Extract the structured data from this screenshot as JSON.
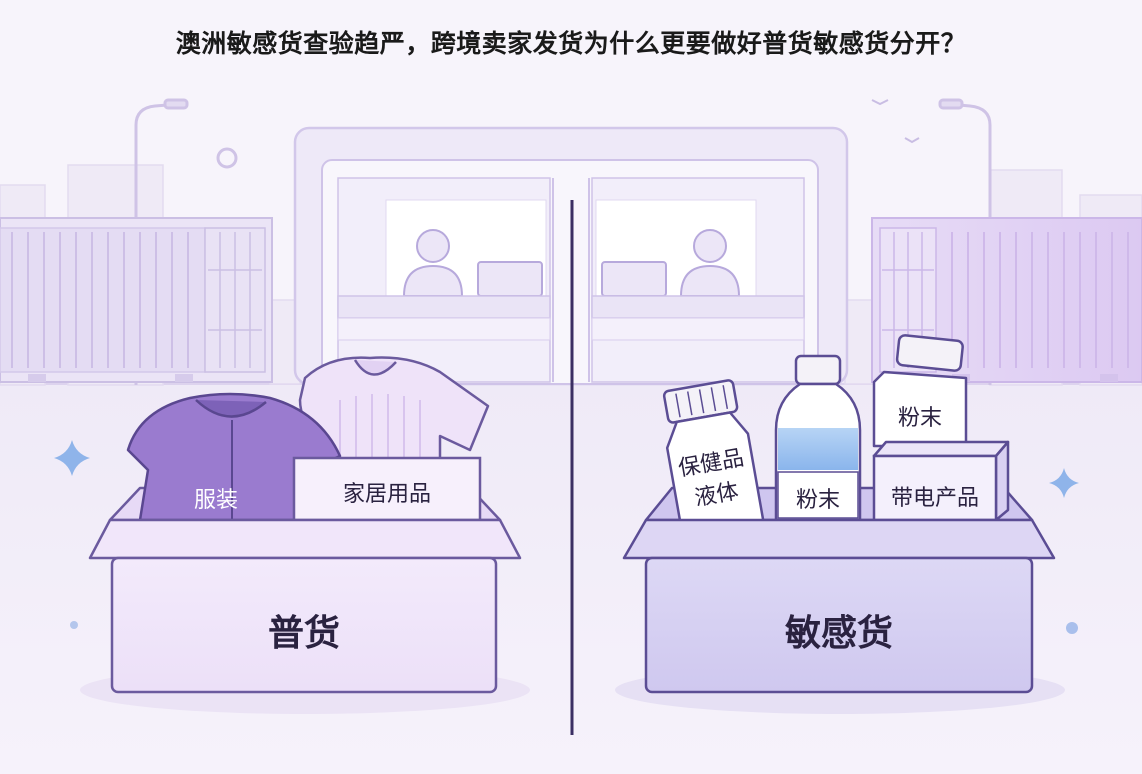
{
  "title": "澳洲敏感货查验趋严，跨境卖家发货为什么更要做好普货敏感货分开？",
  "general_box": {
    "label": "普货",
    "items": [
      "服装",
      "家居用品"
    ]
  },
  "sensitive_box": {
    "label": "敏感货",
    "items": [
      "保健品液体",
      "粉末",
      "粉末",
      "带电产品"
    ]
  },
  "colors": {
    "background": "#f7f4fb",
    "line": "#6b5a9e",
    "general_box": "#f1e8f9",
    "sensitive_box": "#d9d4f3",
    "divider": "#3b2f63",
    "sparkle": "#8fb4ea"
  }
}
